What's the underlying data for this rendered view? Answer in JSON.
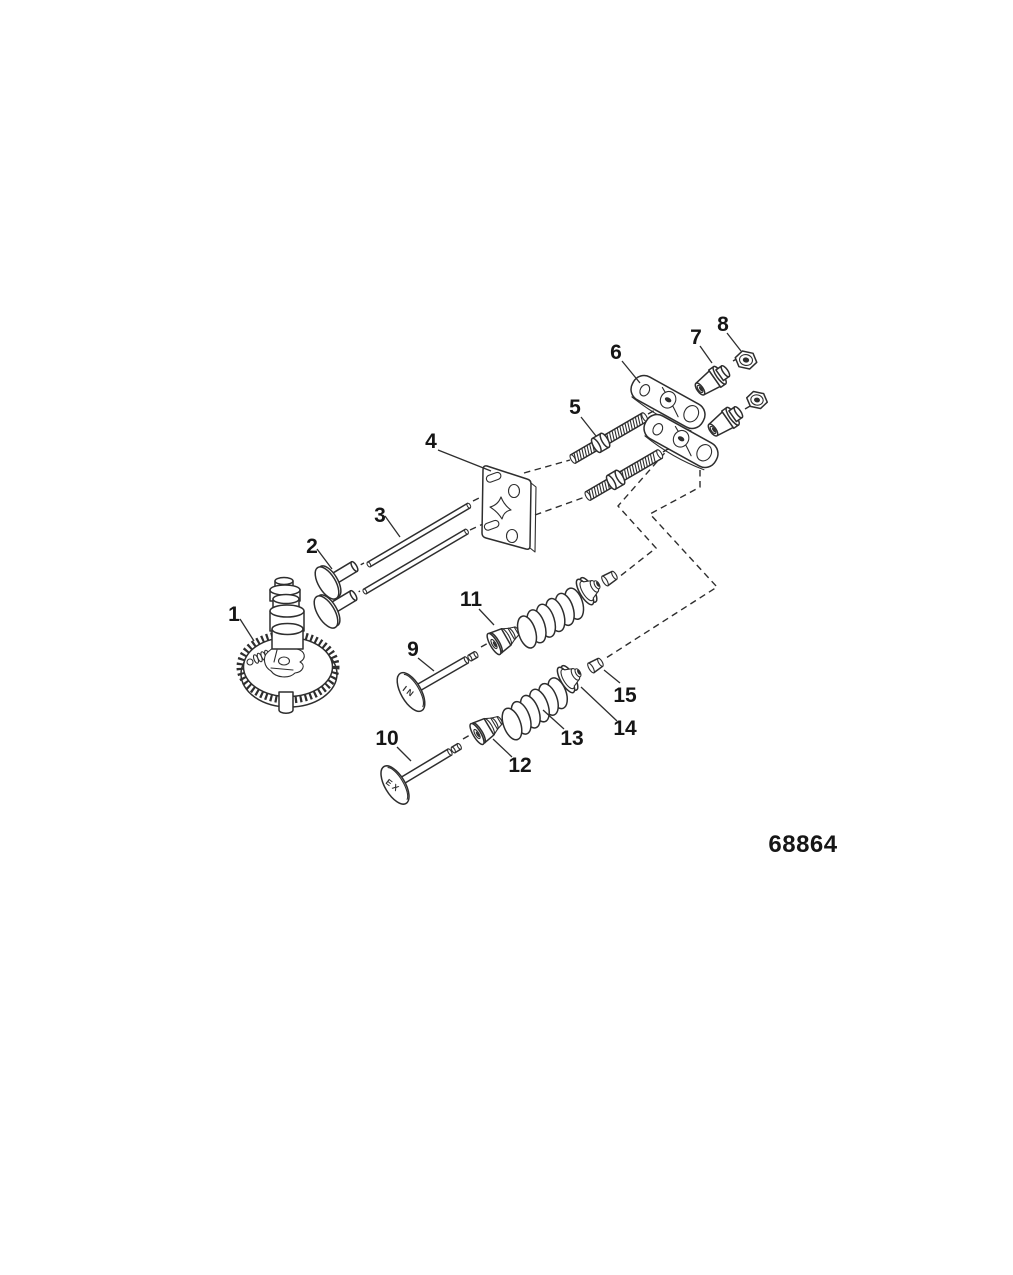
{
  "drawing": {
    "number": "68864",
    "background": "#ffffff",
    "line_color": "#2e2e2e",
    "label_color": "#161616"
  },
  "callouts": [
    "1",
    "2",
    "3",
    "4",
    "5",
    "6",
    "7",
    "8",
    "9",
    "10",
    "11",
    "12",
    "13",
    "14",
    "15"
  ],
  "valve_markings": {
    "intake": "IN",
    "exhaust": "EX"
  }
}
